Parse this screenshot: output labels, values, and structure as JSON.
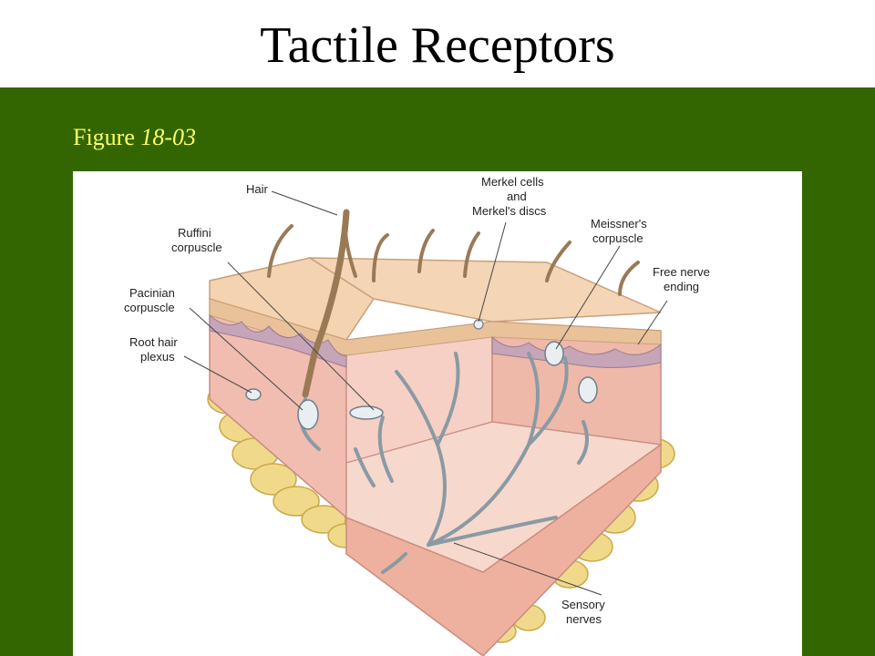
{
  "slide": {
    "title": "Tactile Receptors",
    "caption_prefix": "Figure",
    "caption_number": "18-03"
  },
  "colors": {
    "panel_green": "#336600",
    "caption_yellow": "#ffff66",
    "skin_pink": "#f2c4b4",
    "fat_yellow": "#f0d98a",
    "nerve_gray": "#8a9aa4"
  },
  "labels": {
    "hair": "Hair",
    "ruffini_1": "Ruffini",
    "ruffini_2": "corpuscle",
    "pacinian_1": "Pacinian",
    "pacinian_2": "corpuscle",
    "root_hair_1": "Root hair",
    "root_hair_2": "plexus",
    "merkel_1": "Merkel cells",
    "merkel_2": "and",
    "merkel_3": "Merkel's discs",
    "meissner_1": "Meissner's",
    "meissner_2": "corpuscle",
    "free_nerve_1": "Free nerve",
    "free_nerve_2": "ending",
    "sensory_1": "Sensory",
    "sensory_2": "nerves"
  }
}
